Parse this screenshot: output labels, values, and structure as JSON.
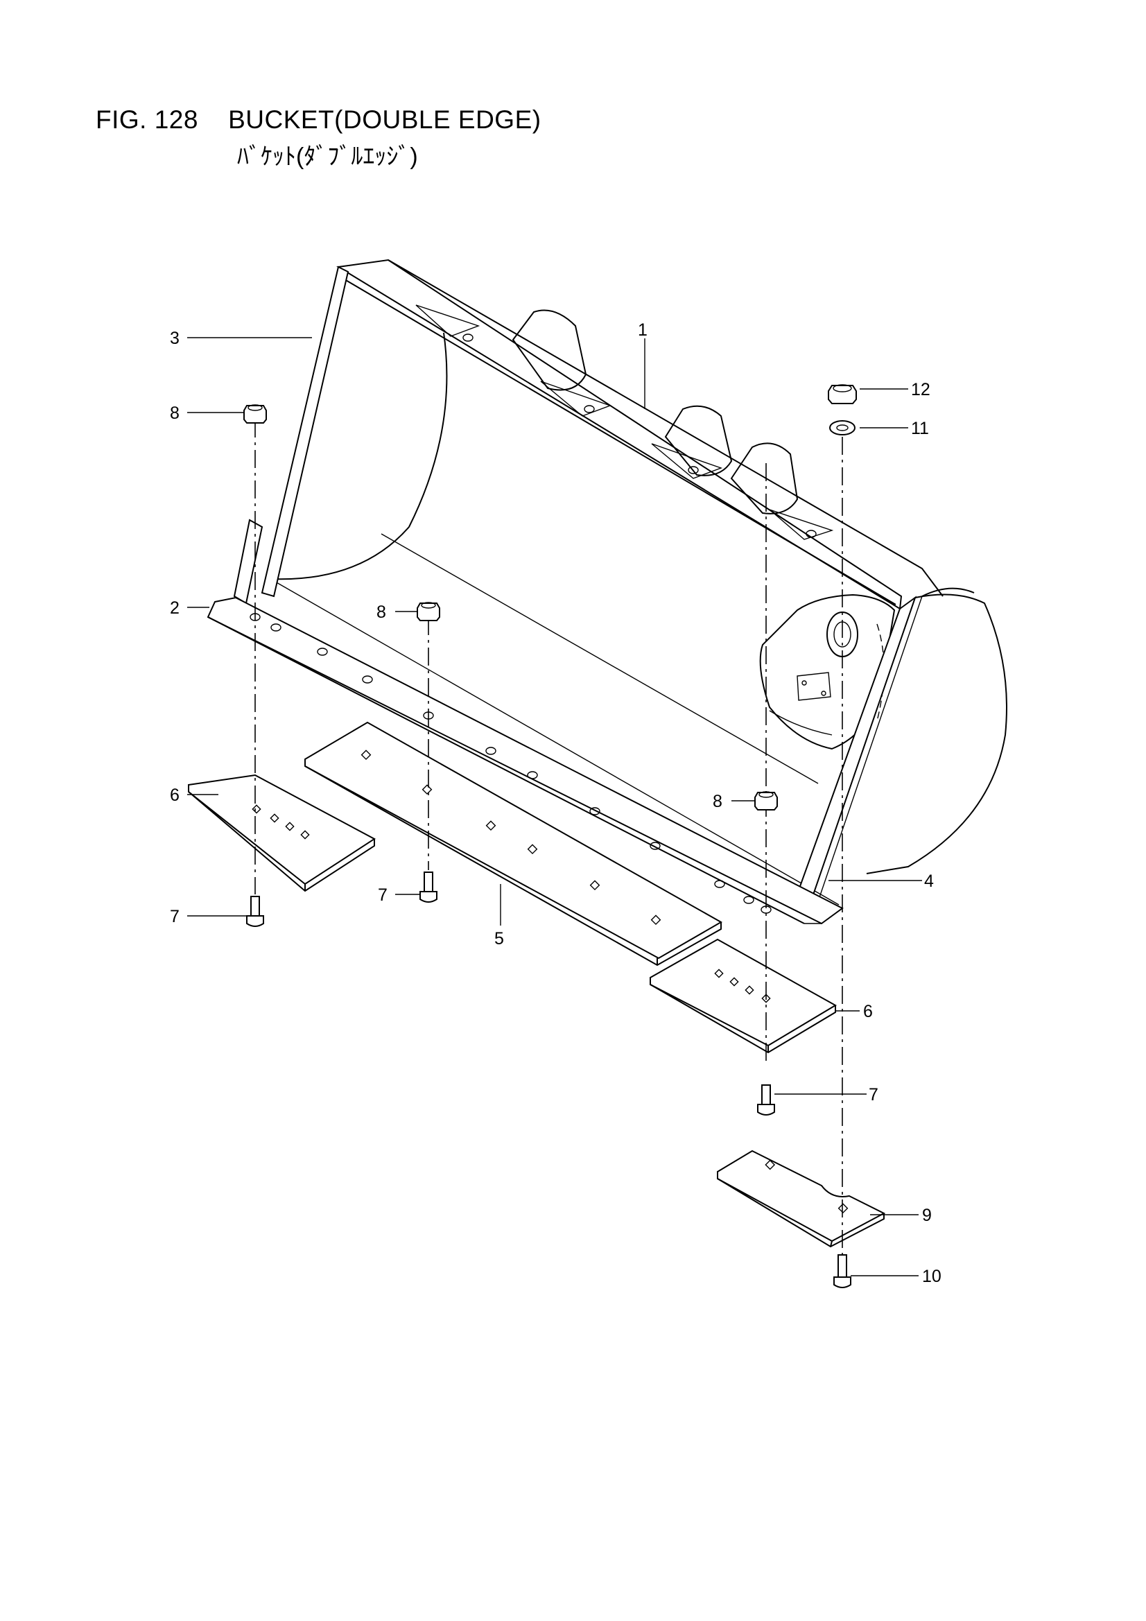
{
  "figure": {
    "number_label": "FIG. 128",
    "title": "BUCKET(DOUBLE EDGE)",
    "subtitle": "ﾊﾞｹｯﾄ(ﾀﾞﾌﾞﾙｴｯｼﾞ)"
  },
  "callouts": {
    "c1": "1",
    "c2": "2",
    "c3": "3",
    "c4": "4",
    "c5": "5",
    "c6a": "6",
    "c6b": "6",
    "c7a": "7",
    "c7b": "7",
    "c7c": "7",
    "c8a": "8",
    "c8b": "8",
    "c8c": "8",
    "c9": "9",
    "c10": "10",
    "c11": "11",
    "c12": "12"
  }
}
